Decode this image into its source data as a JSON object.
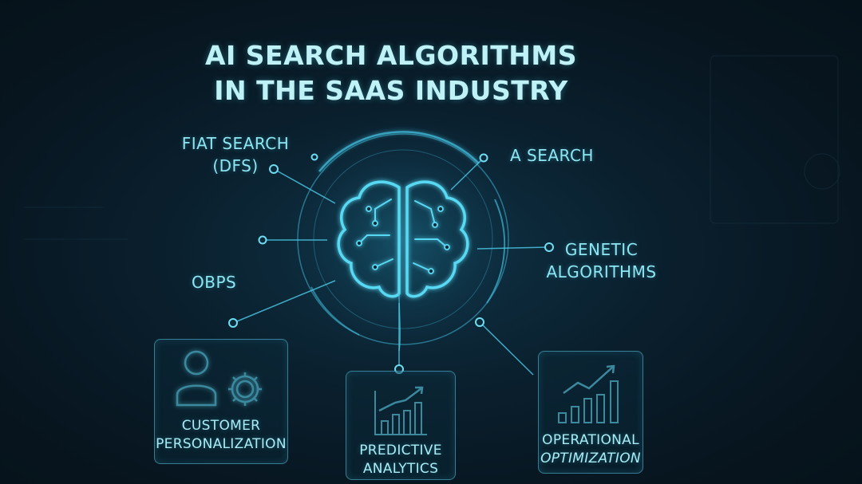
{
  "title": {
    "line1": "AI SEARCH ALGORITHMS",
    "line2": "IN THE SAAS INDUSTRY"
  },
  "labels": {
    "top_left": {
      "line1": "FIAT SEARCH",
      "line2": "(DFS)"
    },
    "top_right": "A SEARCH",
    "middle_left": "OBPS",
    "middle_right": {
      "line1": "GENETIC",
      "line2": "ALGORITHMS"
    }
  },
  "cards": {
    "customer": {
      "line1": "CUSTOMER",
      "line2": "PERSONALIZATION",
      "icons": [
        "user-icon",
        "gear-icon"
      ]
    },
    "predictive": {
      "line1": "PREDICTIVE",
      "line2": "ANALYTICS",
      "icons": [
        "bar-chart-trend-icon"
      ]
    },
    "operational": {
      "line1": "OPERATIONAL",
      "line2": "OPTIMIZATION",
      "icons": [
        "bar-chart-trend-icon"
      ]
    }
  },
  "colors": {
    "accent": "#4fd6ef",
    "glow": "#2fbfe3",
    "text": "#8ee6f2",
    "background": "#07151f"
  },
  "center_icon": "brain-circuit-icon"
}
